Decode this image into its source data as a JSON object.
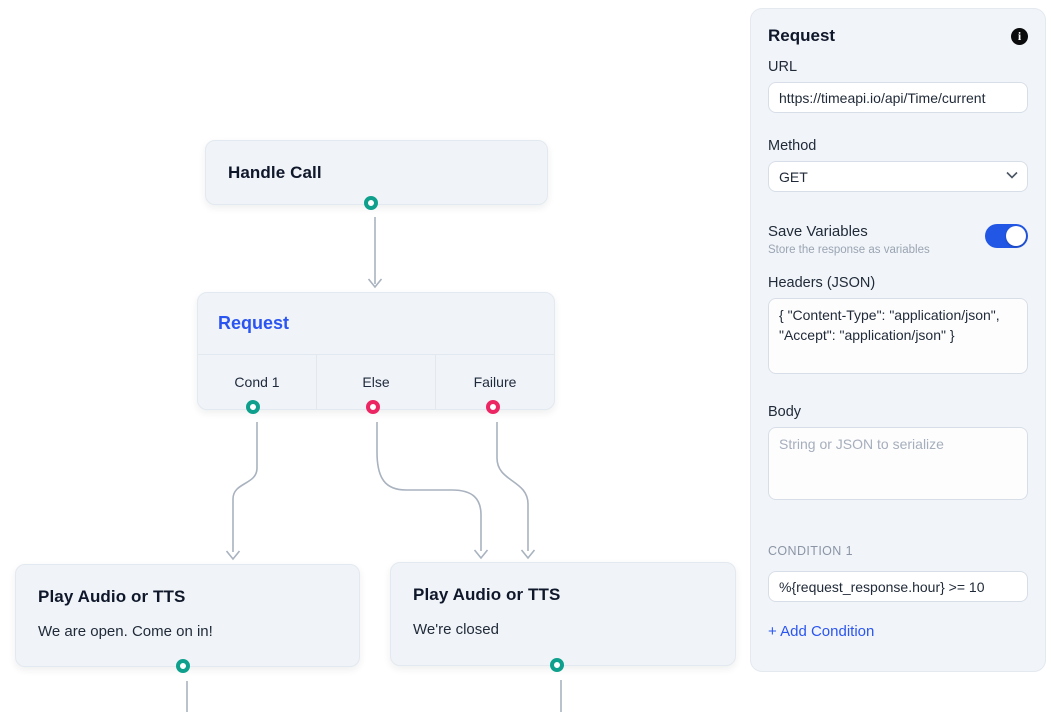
{
  "canvas": {
    "nodes": {
      "handle_call": {
        "title": "Handle Call"
      },
      "request": {
        "title": "Request",
        "outputs": [
          "Cond 1",
          "Else",
          "Failure"
        ]
      },
      "play_open": {
        "title": "Play Audio or TTS",
        "text": "We are open. Come on in!"
      },
      "play_closed": {
        "title": "Play Audio or TTS",
        "text": "We're closed"
      }
    }
  },
  "panel": {
    "title": "Request",
    "url": {
      "label": "URL",
      "value": "https://timeapi.io/api/Time/current"
    },
    "method": {
      "label": "Method",
      "value": "GET"
    },
    "save_variables": {
      "label": "Save Variables",
      "description": "Store the response as variables",
      "enabled": true
    },
    "headers": {
      "label": "Headers (JSON)",
      "value": "{ \"Content-Type\": \"application/json\", \"Accept\": \"application/json\" }"
    },
    "body": {
      "label": "Body",
      "placeholder": "String or JSON to serialize",
      "value": ""
    },
    "condition": {
      "label": "CONDITION 1",
      "value": "%{request_response.hour} >= 10"
    },
    "add_condition_label": "+ Add Condition"
  },
  "colors": {
    "port_success": "#0ea08c",
    "port_failure": "#ec2663",
    "selected_title": "#2b55f0",
    "toggle_on": "#2257e5",
    "edge": "#a9b2bf",
    "node_bg": "#f0f4f8",
    "panel_bg": "#f1f5f9"
  }
}
